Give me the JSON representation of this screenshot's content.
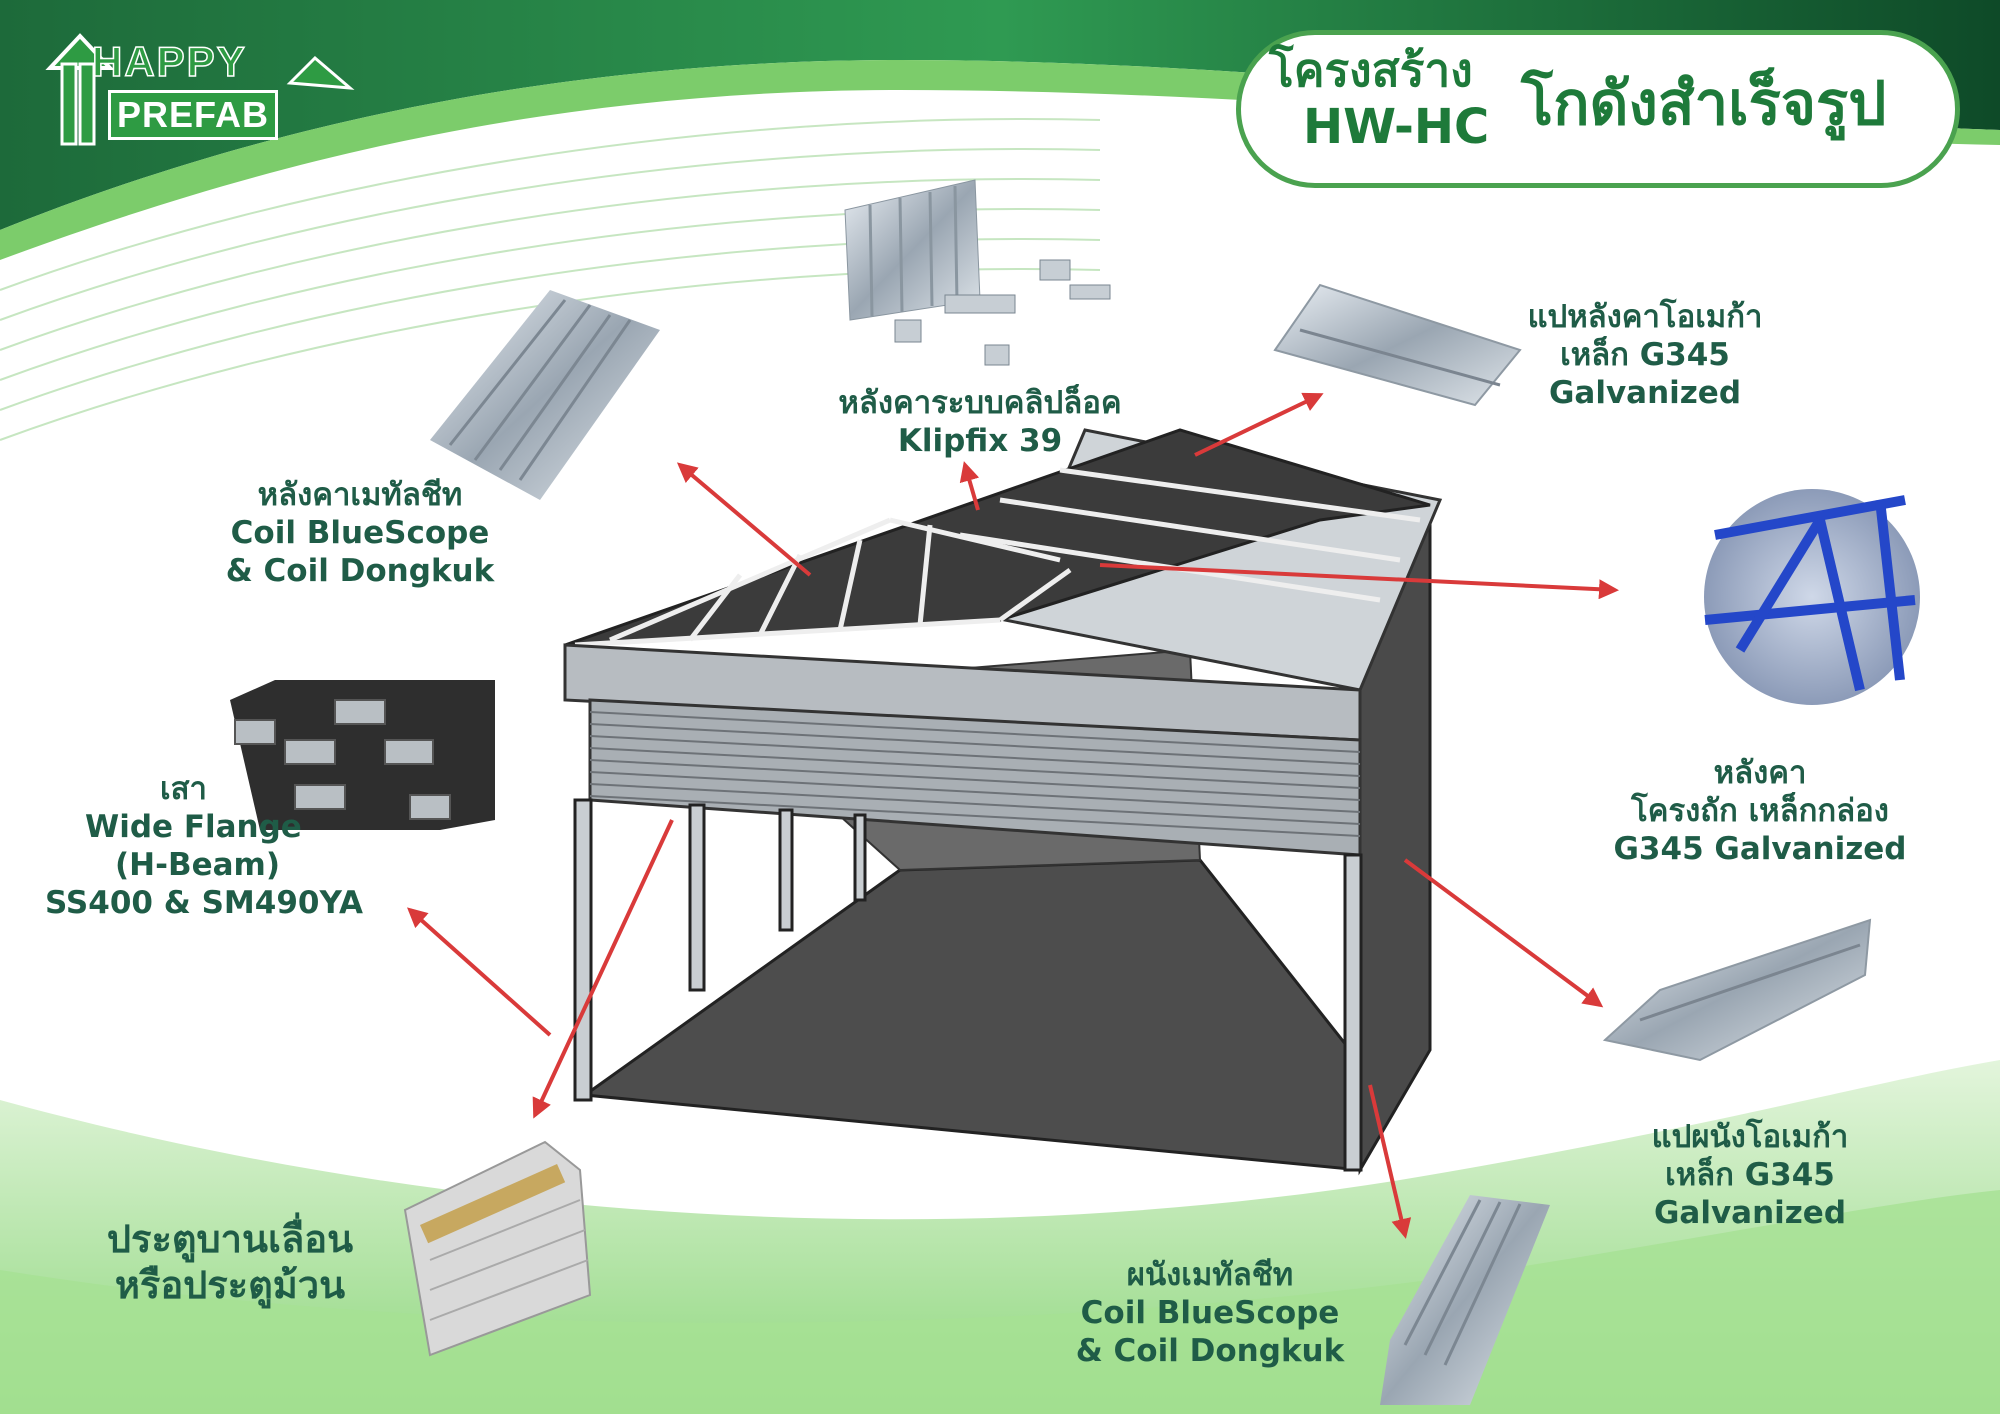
{
  "logo": {
    "line1": "HAPPY",
    "line2": "PREFAB"
  },
  "title": {
    "line1": "โครงสร้าง",
    "line2": "HW-HC",
    "main": "โกดังสำเร็จรูป"
  },
  "labels": {
    "metal_sheet_roof": [
      "หลังคาเมทัลชีท",
      "Coil BlueScope",
      "& Coil Dongkuk"
    ],
    "klip_lock_roof": [
      "หลังคาระบบคลิปล็อค",
      "Klipfix 39"
    ],
    "roof_purlin": [
      "แปหลังคาโอเมก้า",
      "เหล็ก G345",
      "Galvanized"
    ],
    "roof_truss": [
      "หลังคา",
      "โครงถัก เหล็กกล่อง",
      "G345 Galvanized"
    ],
    "column": [
      "เสา",
      "Wide Flange",
      "(H-Beam)",
      "SS400 & SM490YA"
    ],
    "wall_purlin": [
      "แปผนังโอเมก้า",
      "เหล็ก G345",
      "Galvanized"
    ],
    "wall_sheet": [
      "ผนังเมทัลชีท",
      "Coil BlueScope",
      "& Coil Dongkuk"
    ],
    "door": [
      "ประตูบานเลื่อน",
      "หรือประตูม้วน"
    ]
  },
  "colors": {
    "brand_green": "#1e7a3a",
    "label_green": "#1f5c47",
    "arrow_red": "#d93a3a",
    "truss_blue": "#2447c9"
  }
}
